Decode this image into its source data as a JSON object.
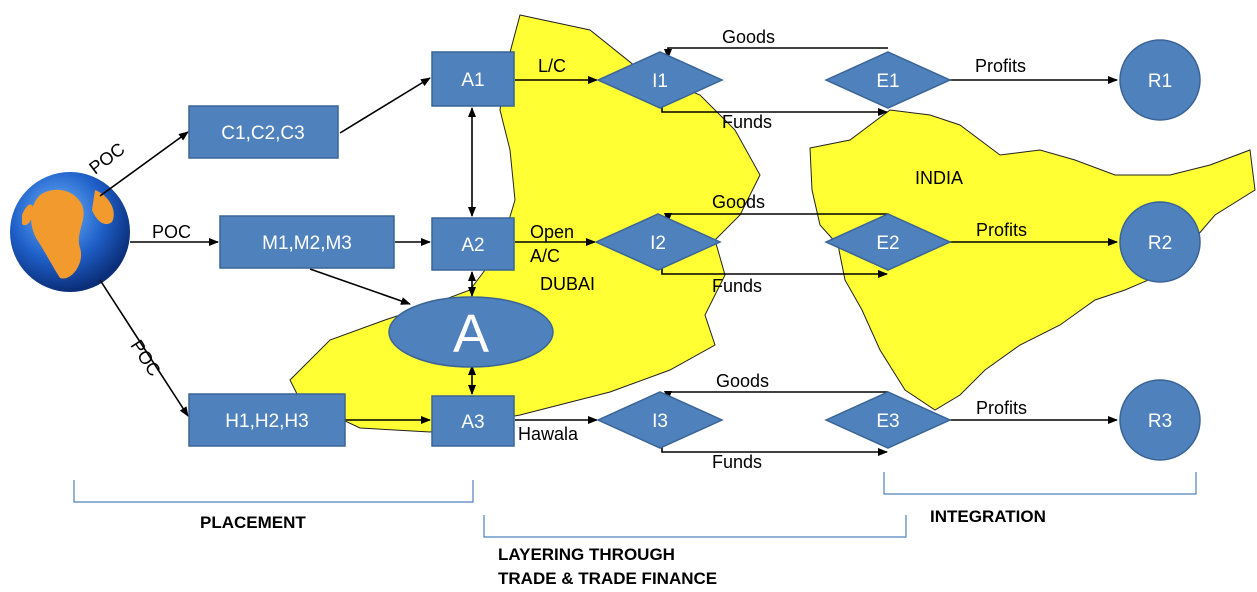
{
  "nodes": {
    "A1": "A1",
    "A2": "A2",
    "A3": "A3",
    "C": "C1,C2,C3",
    "M": "M1,M2,M3",
    "H": "H1,H2,H3",
    "A": "A",
    "I1": "I1",
    "I2": "I2",
    "I3": "I3",
    "E1": "E1",
    "E2": "E2",
    "E3": "E3",
    "R1": "R1",
    "R2": "R2",
    "R3": "R3"
  },
  "edges": {
    "poc_top": "POC",
    "poc_mid": "POC",
    "poc_bottom": "POC",
    "lc": "L/C",
    "open": "Open",
    "ac": "A/C",
    "hawala": "Hawala",
    "goods1": "Goods",
    "goods2": "Goods",
    "goods3": "Goods",
    "funds1": "Funds",
    "funds2": "Funds",
    "funds3": "Funds",
    "profits1": "Profits",
    "profits2": "Profits",
    "profits3": "Profits"
  },
  "regions": {
    "dubai": "DUBAI",
    "india": "INDIA"
  },
  "stages": {
    "placement": "PLACEMENT",
    "layering_line1": "LAYERING THROUGH",
    "layering_line2": "TRADE & TRADE FINANCE",
    "integration": "INTEGRATION"
  },
  "colors": {
    "node": "#4f81bd",
    "map": "#ffff33",
    "globe_ocean": "#1f5fc8",
    "globe_land": "#f29a2e"
  }
}
